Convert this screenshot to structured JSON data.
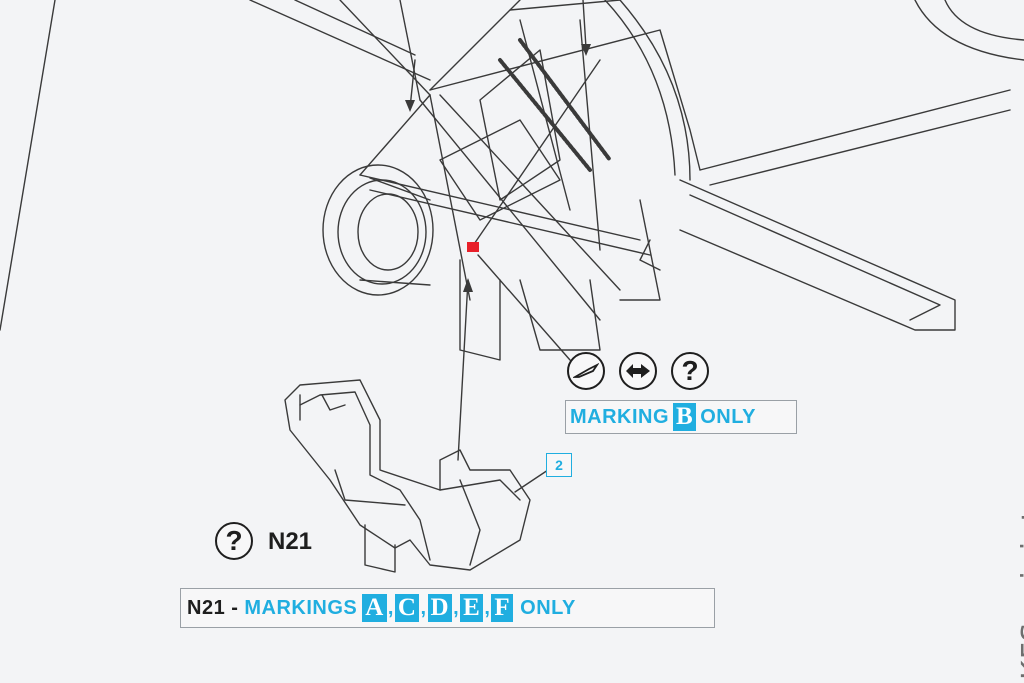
{
  "part_number": "2",
  "marking_b": {
    "prefix": "MARKING",
    "letter": "B",
    "suffix": "ONLY"
  },
  "n21": {
    "symbol": "?",
    "code": "N21"
  },
  "markings_line": {
    "code": "N21",
    "dash": "-",
    "prefix": "MARKINGS",
    "letters": [
      "A",
      "C",
      "D",
      "E",
      "F"
    ],
    "separator": ",",
    "suffix": "ONLY"
  },
  "symbols": {
    "knife_icon": "knife-icon",
    "swap_icon": "swap-arrow-icon",
    "question": "?"
  },
  "watermark": "KFS-miniatures",
  "colors": {
    "accent": "#20aee0",
    "ink": "#1e1e1e",
    "highlight": "#e8202a",
    "paper": "#f3f4f6"
  }
}
